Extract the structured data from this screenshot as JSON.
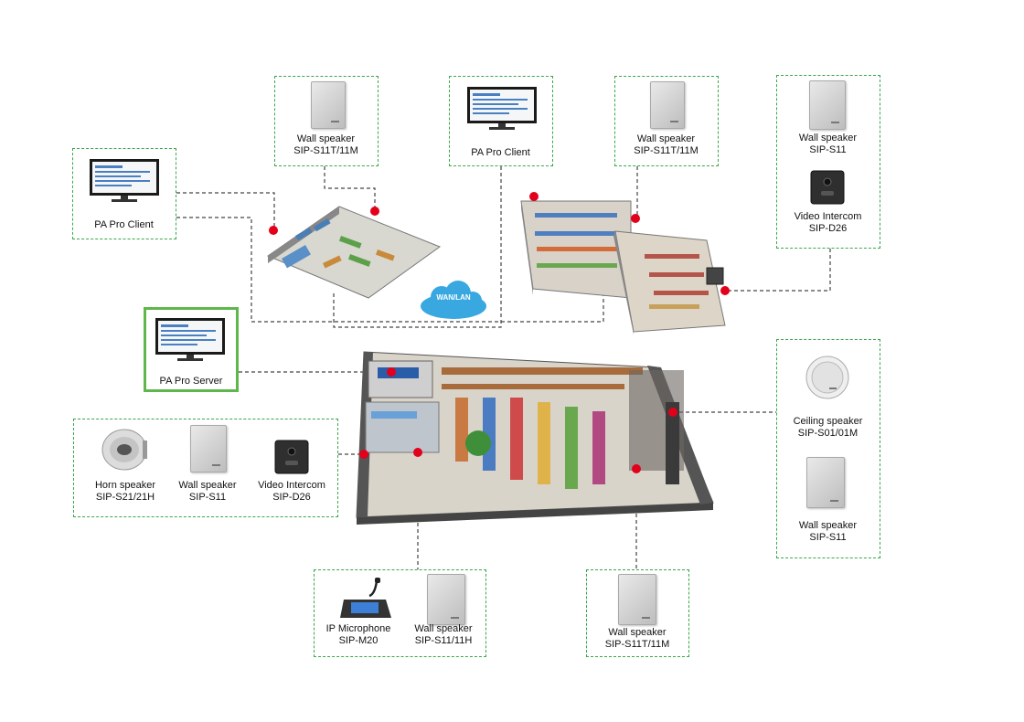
{
  "title": "",
  "colors": {
    "border": "#3aa64a",
    "server_border": "#5fb64a",
    "link": "#444444",
    "node": "#e3001b",
    "cloud": "#39a8e0"
  },
  "devices": {
    "pa_client_left": {
      "name": "PA Pro Client",
      "icon": "monitor-icon"
    },
    "wall_top_left": {
      "name": "Wall speaker",
      "model": "SIP-S11T/11M",
      "icon": "wall-speaker-icon"
    },
    "pa_client_top": {
      "name": "PA Pro Client",
      "icon": "monitor-icon"
    },
    "wall_top_mid": {
      "name": "Wall speaker",
      "model": "SIP-S11T/11M",
      "icon": "wall-speaker-icon"
    },
    "top_right": {
      "wall": {
        "name": "Wall speaker",
        "model": "SIP-S11",
        "icon": "wall-speaker-icon"
      },
      "intercom": {
        "name": "Video Intercom",
        "model": "SIP-D26",
        "icon": "video-intercom-icon"
      }
    },
    "server": {
      "name": "PA Pro Server",
      "icon": "monitor-icon"
    },
    "cloud": {
      "label": "WAN/LAN",
      "icon": "cloud-icon"
    },
    "left_group": {
      "horn": {
        "name": "Horn speaker",
        "model": "SIP-S21/21H",
        "icon": "horn-speaker-icon"
      },
      "wall": {
        "name": "Wall speaker",
        "model": "SIP-S11",
        "icon": "wall-speaker-icon"
      },
      "intercom": {
        "name": "Video Intercom",
        "model": "SIP-D26",
        "icon": "video-intercom-icon"
      }
    },
    "right_group": {
      "ceiling": {
        "name": "Ceiling speaker",
        "model": "SIP-S01/01M",
        "icon": "ceiling-speaker-icon"
      },
      "wall": {
        "name": "Wall speaker",
        "model": "SIP-S11",
        "icon": "wall-speaker-icon"
      }
    },
    "bottom_mid": {
      "mic": {
        "name": "IP Microphone",
        "model": "SIP-M20",
        "icon": "ip-microphone-icon"
      },
      "wall": {
        "name": "Wall speaker",
        "model": "SIP-S11/11H",
        "icon": "wall-speaker-icon"
      }
    },
    "bottom_right": {
      "name": "Wall speaker",
      "model": "SIP-S11T/11M",
      "icon": "wall-speaker-icon"
    }
  }
}
